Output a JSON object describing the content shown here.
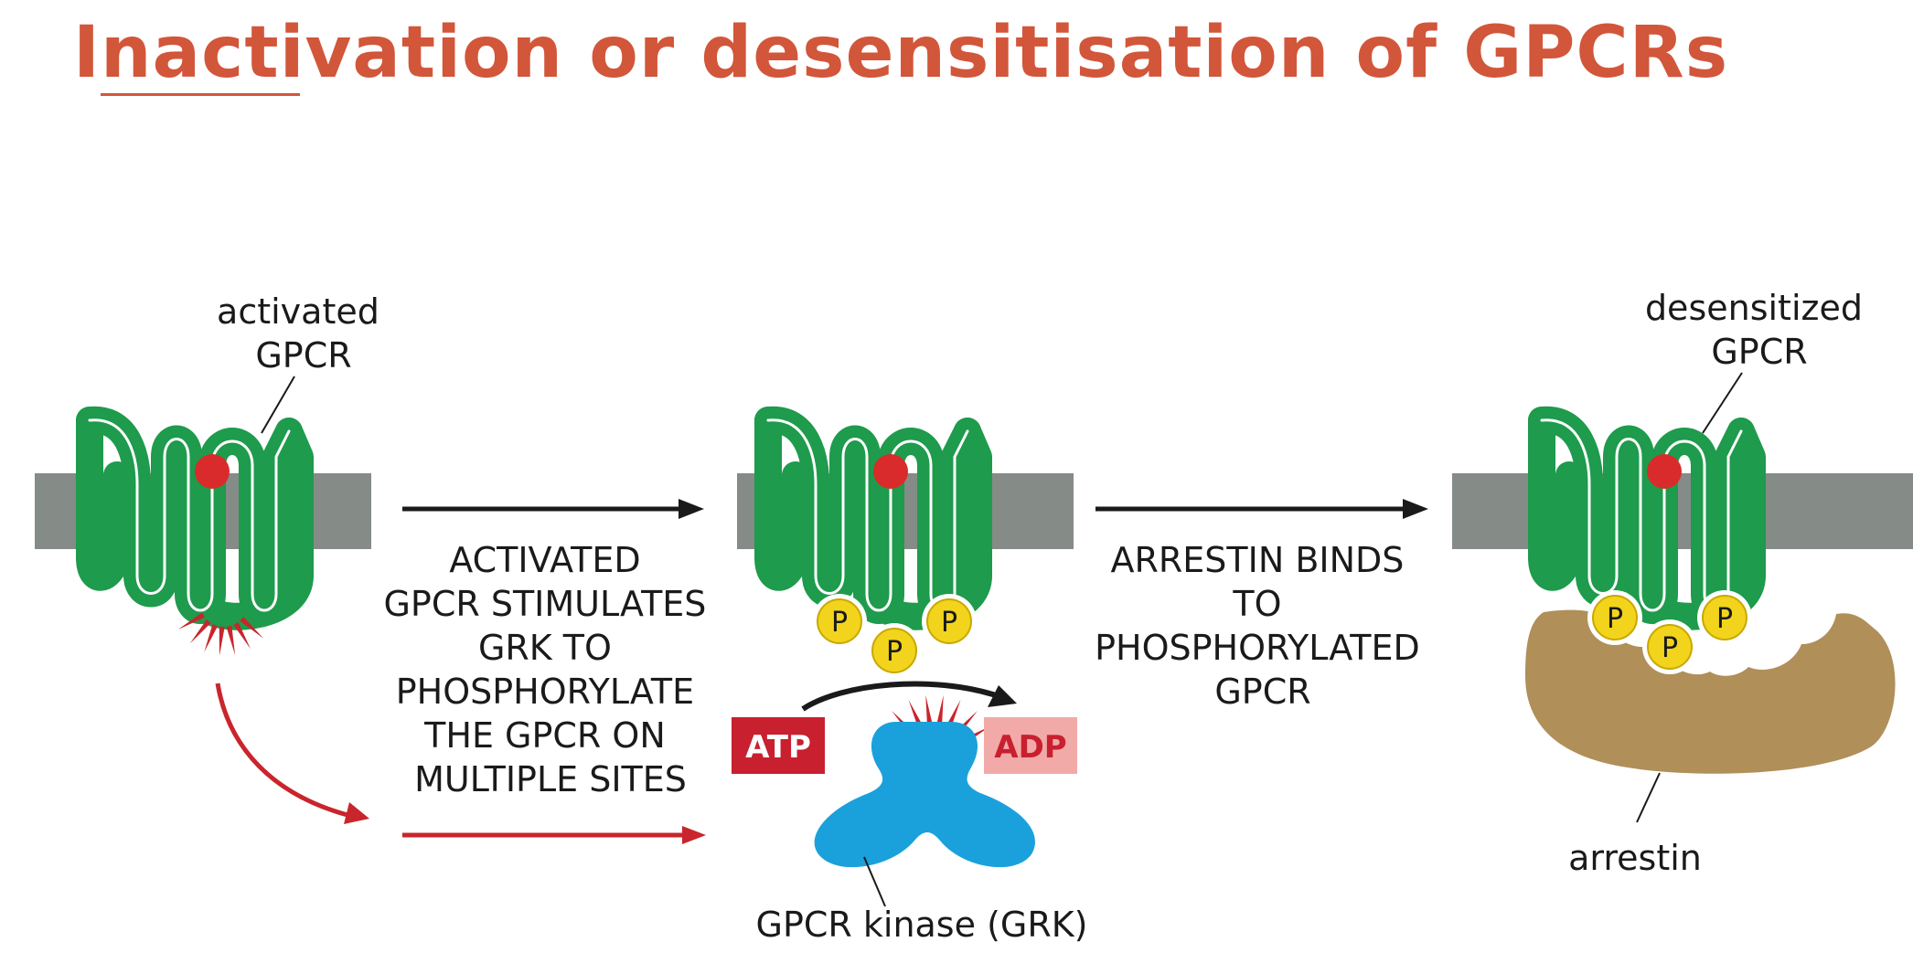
{
  "title": "Inactivation or desensitisation of GPCRs",
  "colors": {
    "title": "#d2563a",
    "membrane": "#858b86",
    "receptor": "#1e9b4c",
    "ligand": "#d92b2b",
    "phosphate": "#f2d41c",
    "kinase": "#1aa1dc",
    "arrestin": "#b08f59",
    "arrow_black": "#1a1a1a",
    "arrow_red": "#c9252c",
    "atp_box": "#c8202f",
    "adp_box": "#f1aaa8",
    "adp_text": "#c8202f"
  },
  "labels": {
    "activated_gpcr": [
      "activated",
      "GPCR"
    ],
    "desensitized_gpcr": [
      "desensitized",
      "GPCR"
    ],
    "arrestin": "arrestin",
    "grk": "GPCR kinase (GRK)",
    "atp": "ATP",
    "adp": "ADP",
    "phosphate": "P"
  },
  "steps": [
    {
      "caption": [
        "ACTIVATED",
        "GPCR STIMULATES",
        "GRK TO",
        "PHOSPHORYLATE",
        "THE GPCR ON",
        "MULTIPLE SITES"
      ]
    },
    {
      "caption": [
        "ARRESTIN BINDS",
        "TO",
        "PHOSPHORYLATED",
        "GPCR"
      ]
    }
  ],
  "icons": [
    "receptor-icon",
    "ligand-icon",
    "phosphate-icon",
    "kinase-icon",
    "arrestin-icon",
    "arrow-icon"
  ]
}
